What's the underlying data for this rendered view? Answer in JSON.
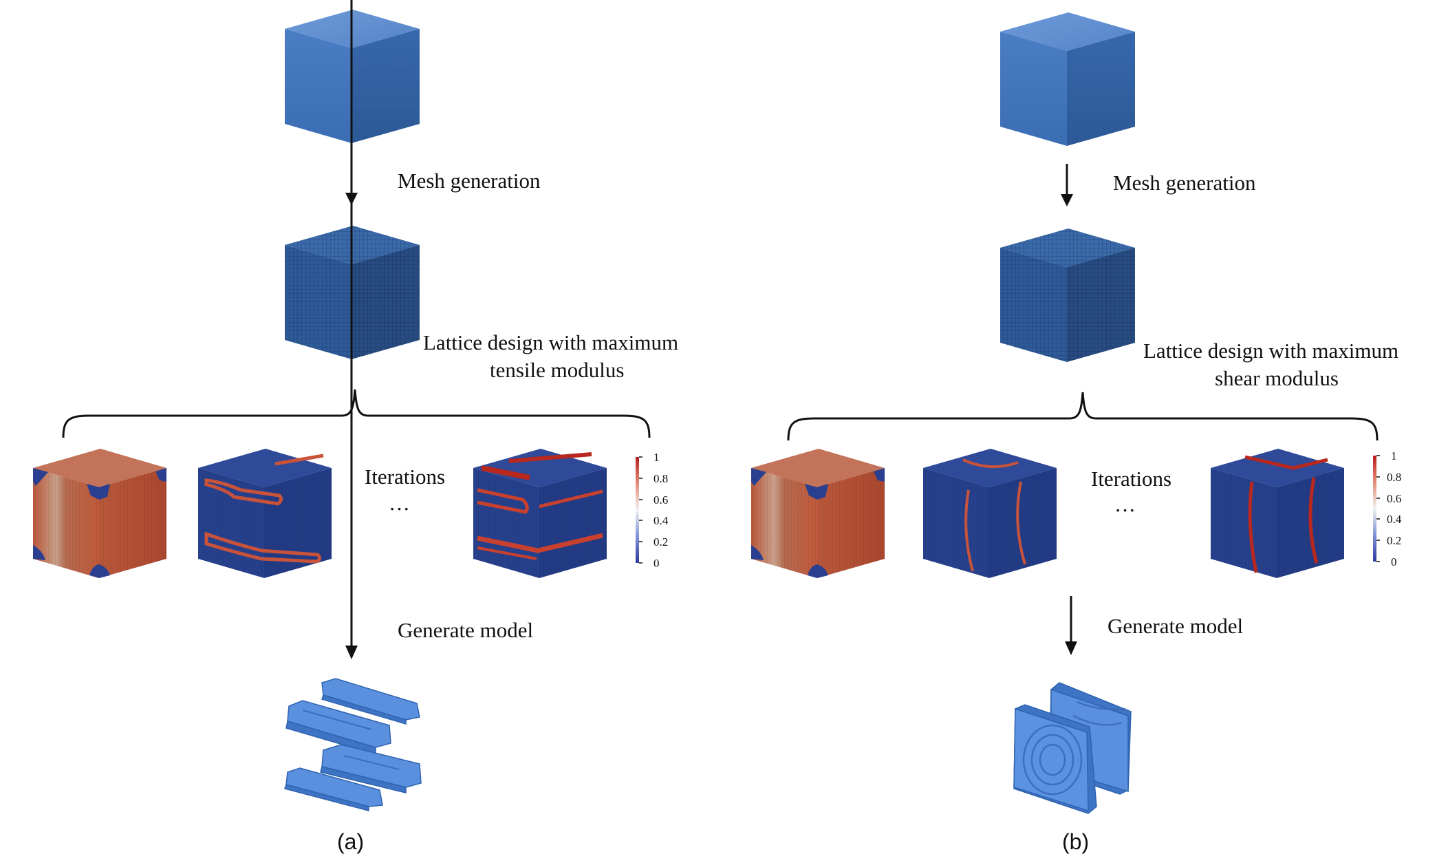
{
  "panels": [
    {
      "id": "a",
      "caption": "(a)",
      "step1_label": "Mesh generation",
      "design_label_line1": "Lattice design with maximum",
      "design_label_line2": "tensile modulus",
      "iterations_label": "Iterations",
      "ellipsis": "···",
      "step3_label": "Generate model",
      "colorbar_ticks": [
        "1",
        "0.8",
        "0.6",
        "0.4",
        "0.2",
        "0"
      ],
      "final_model": "bars"
    },
    {
      "id": "b",
      "caption": "(b)",
      "step1_label": "Mesh generation",
      "design_label_line1": "Lattice design with maximum",
      "design_label_line2": "shear modulus",
      "iterations_label": "Iterations",
      "ellipsis": "···",
      "step3_label": "Generate model",
      "colorbar_ticks": [
        "1",
        "0.8",
        "0.6",
        "0.4",
        "0.2",
        "0"
      ],
      "final_model": "plates"
    }
  ],
  "colors": {
    "cube_top": "#5f8fd0",
    "cube_front": "#3f72b8",
    "cube_right": "#2f5e9e",
    "density_low": "#2a3f8f",
    "density_high": "#d23a2a",
    "model_blue": "#4a84dc"
  }
}
